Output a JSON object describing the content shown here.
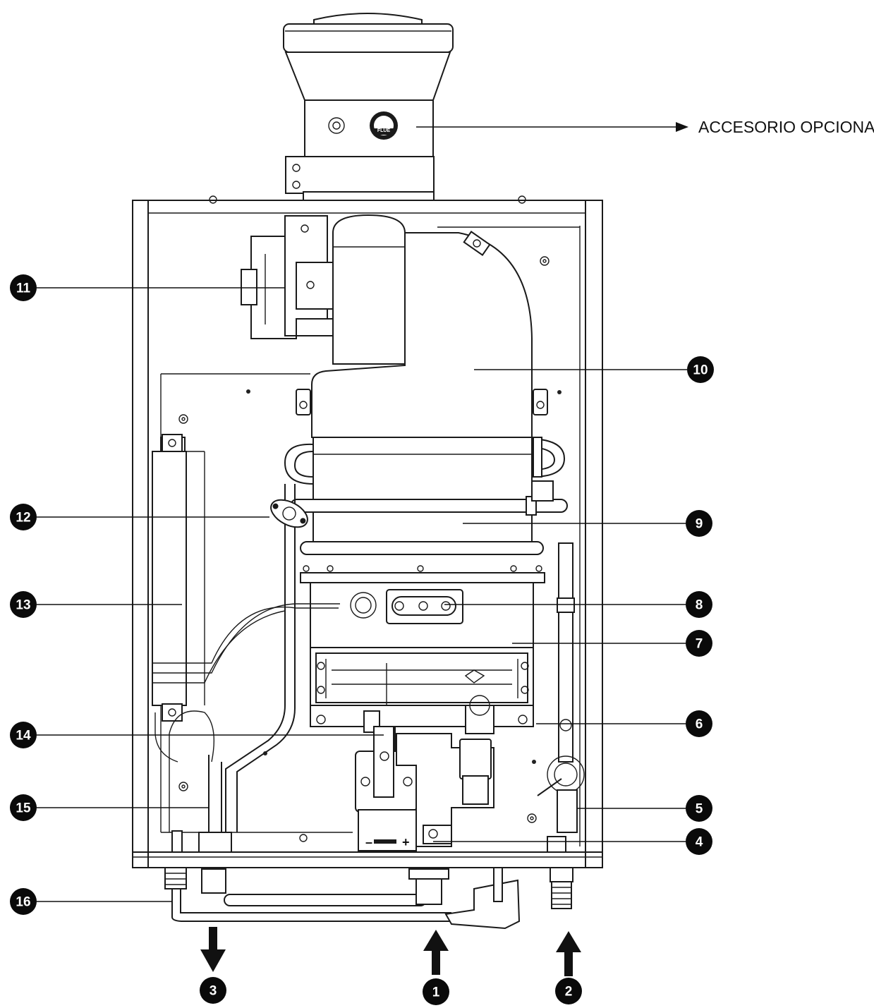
{
  "accessory_label": "ACCESORIO OPCIONAL",
  "flue_cap_text": "FLUE",
  "polarity": {
    "minus": "–",
    "plus": "+"
  },
  "callouts": [
    {
      "id": "1",
      "label": "1"
    },
    {
      "id": "2",
      "label": "2"
    },
    {
      "id": "3",
      "label": "3"
    },
    {
      "id": "4",
      "label": "4"
    },
    {
      "id": "5",
      "label": "5"
    },
    {
      "id": "6",
      "label": "6"
    },
    {
      "id": "7",
      "label": "7"
    },
    {
      "id": "8",
      "label": "8"
    },
    {
      "id": "9",
      "label": "9"
    },
    {
      "id": "10",
      "label": "10"
    },
    {
      "id": "11",
      "label": "11"
    },
    {
      "id": "12",
      "label": "12"
    },
    {
      "id": "13",
      "label": "13"
    },
    {
      "id": "14",
      "label": "14"
    },
    {
      "id": "15",
      "label": "15"
    },
    {
      "id": "16",
      "label": "16"
    }
  ]
}
